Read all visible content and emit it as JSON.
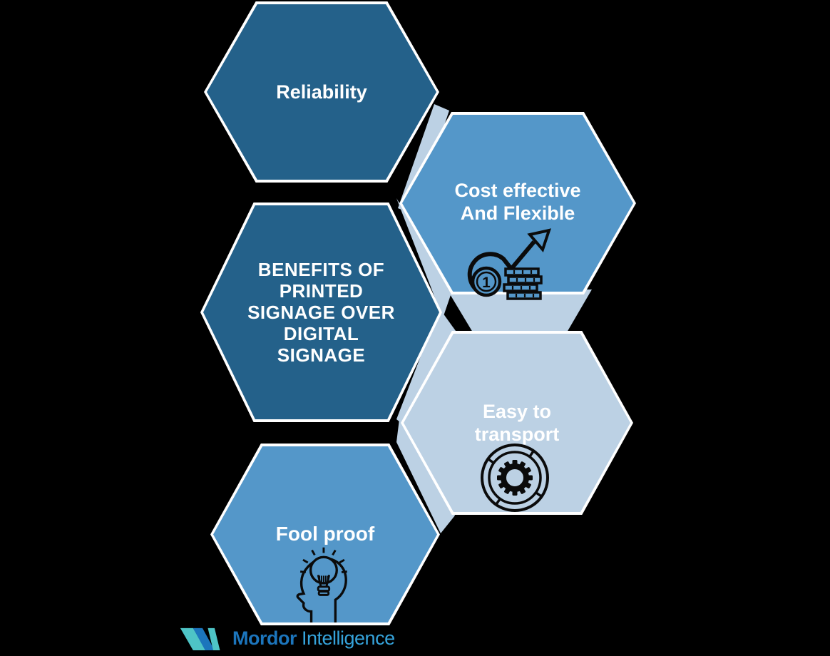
{
  "title": "BENEFITS OF PRINTED SIGNAGE OVER DIGITAL SIGNAGE",
  "palette": {
    "background": "#000000",
    "dark_blue": "#24618A",
    "medium_blue": "#5497C9",
    "light_blue": "#BCD1E4",
    "border_white": "#FFFFFF",
    "icon_ink": "#0B0B0B",
    "logo_teal": "#4EC4C6",
    "logo_dark_blue": "#1C75BC",
    "logo_light_blue": "#35A3DB"
  },
  "hexagons": {
    "reliability": {
      "lines": [
        "Reliability"
      ],
      "fill": "dark_blue",
      "icon": "none"
    },
    "cost": {
      "lines": [
        "Cost effective",
        "And Flexible"
      ],
      "fill": "medium_blue",
      "icon": "coin-growth-icon",
      "coin_label": "1"
    },
    "benefits": {
      "lines": [
        "BENEFITS OF",
        "PRINTED",
        "SIGNAGE OVER",
        "DIGITAL",
        "SIGNAGE"
      ],
      "fill": "dark_blue",
      "icon": "none"
    },
    "easy": {
      "lines": [
        "Easy to",
        "transport"
      ],
      "fill": "light_blue",
      "icon": "wheel-gear-icon"
    },
    "fool": {
      "lines": [
        "Fool proof"
      ],
      "fill": "medium_blue",
      "icon": "head-bulb-icon"
    }
  },
  "logo": {
    "brand_bold": "Mordor",
    "brand_light": "Intelligence"
  }
}
